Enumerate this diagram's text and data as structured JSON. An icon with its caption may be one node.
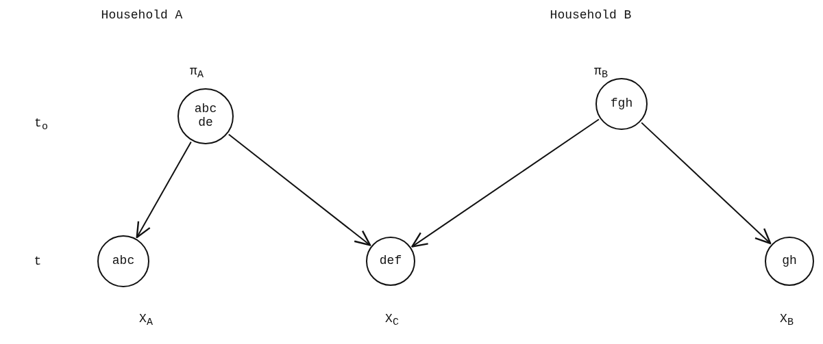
{
  "diagram": {
    "nodes": [
      {
        "text": [
          "abc de"
        ],
        "beside": [
          "π$_{A}$"
        ]
      },
      {
        "text": [
          "fgh"
        ],
        "beside": [
          "π$_{B}$"
        ]
      },
      {
        "text": [
          "abc"
        ],
        "beside": [
          "X$_{A}$"
        ]
      },
      {
        "text": [
          "def"
        ],
        "beside": [
          "X$_{C}$"
        ]
      },
      {
        "text": [
          "gh"
        ],
        "beside": [
          "X$_{B}$"
        ]
      }
    ],
    "edges": [
      {
        "from": 0,
        "to": 2,
        "arrow": "to"
      },
      {
        "from": 0,
        "to": 3,
        "arrow": "to"
      },
      {
        "from": 1,
        "to": 3,
        "arrow": "to"
      },
      {
        "from": 1,
        "to": 4,
        "arrow": "to"
      }
    ],
    "labels": [
      "Household A",
      "Household B",
      "t$_{o}$",
      "t"
    ]
  }
}
